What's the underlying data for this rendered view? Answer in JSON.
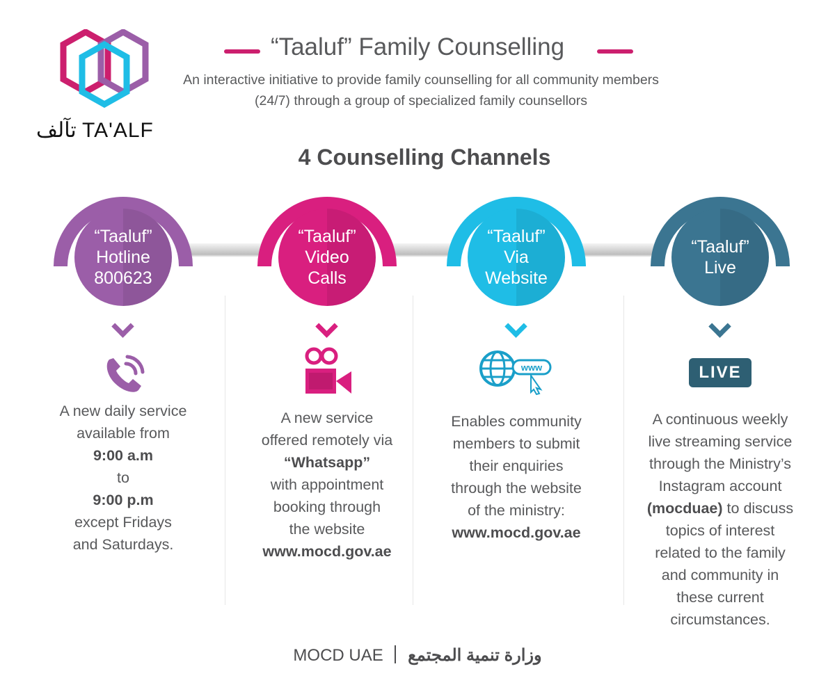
{
  "logo": {
    "text": "تآلف TA'ALF"
  },
  "header": {
    "title": "“Taaluf” Family Counselling",
    "subtitle": "An interactive initiative to provide family counselling for all community members (24/7) through a group of specialized family counsellors",
    "heading": "4 Counselling Channels"
  },
  "colors": {
    "purple": "#9b5ea8",
    "pink": "#d91f7f",
    "cyan": "#1fbde6",
    "teal": "#3b7591",
    "accent": "#cc1f6e"
  },
  "channels": [
    {
      "name": "“Taaluf” Hotline 800623",
      "line1": "“Taaluf”",
      "line2": "Hotline",
      "line3": "800623",
      "icon": "phone-icon",
      "desc": [
        "A new daily service",
        "available from"
      ],
      "time1": "9:00 a.m",
      "to": "to",
      "time2": "9:00 p.m",
      "desc2": [
        "except Fridays",
        "and Saturdays."
      ]
    },
    {
      "name": "“Taaluf” Video Calls",
      "line1": "“Taaluf”",
      "line2": "Video",
      "line3": "Calls",
      "icon": "video-camera-icon",
      "desc": [
        "A new service",
        "offered remotely via"
      ],
      "bold": "“Whatsapp”",
      "desc2": [
        "with appointment",
        "booking through",
        "the website"
      ],
      "url": "www.mocd.gov.ae"
    },
    {
      "name": "“Taaluf” Via Website",
      "line1": "“Taaluf”",
      "line2": "Via",
      "line3": "Website",
      "icon": "globe-www-icon",
      "www": "www",
      "desc": [
        "Enables community",
        "members to submit",
        "their enquiries",
        "through the website",
        "of the ministry:"
      ],
      "url": "www.mocd.gov.ae"
    },
    {
      "name": "“Taaluf” Live",
      "line1": "“Taaluf”",
      "line2": "Live",
      "icon": "live-badge-icon",
      "badge": "LIVE",
      "desc": [
        "A continuous weekly",
        "live streaming service",
        "through the Ministry’s",
        "Instagram account"
      ],
      "bold": "(mocduae)",
      "bold_after": " to discuss",
      "desc2": [
        "topics of interest",
        "related to the family",
        "and community in",
        "these current",
        "circumstances."
      ]
    }
  ],
  "footer": {
    "left": "MOCD UAE",
    "right": "وزارة تنمية المجتمع"
  }
}
